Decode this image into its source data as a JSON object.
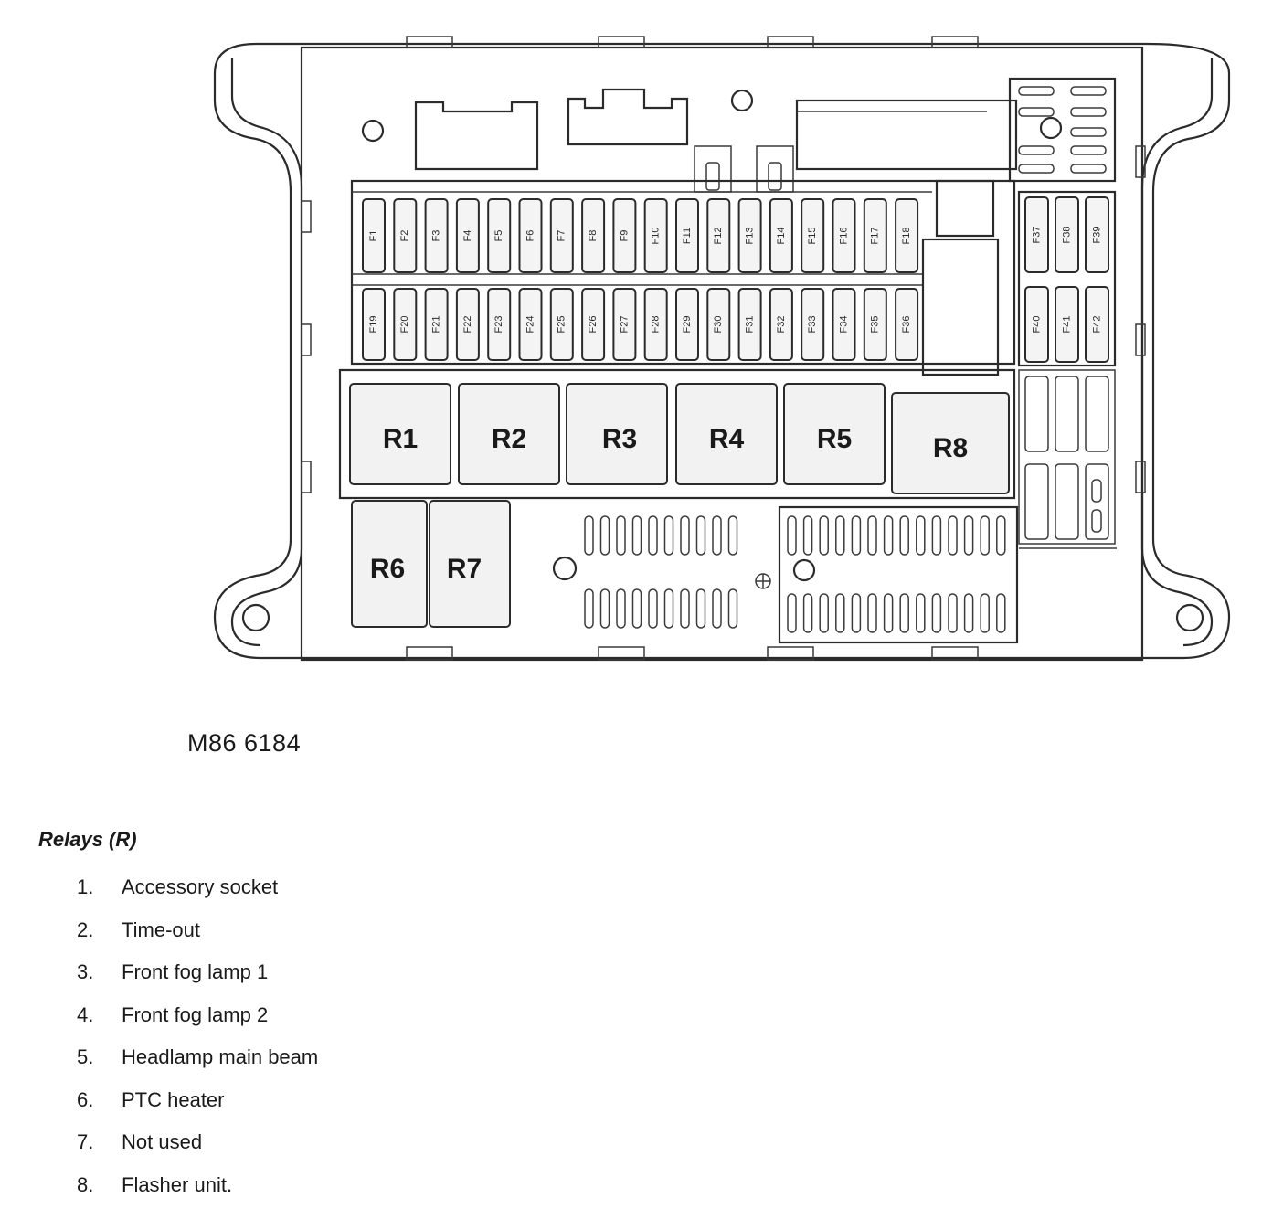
{
  "diagram": {
    "reference_code": "M86 6184",
    "fuses_row1": [
      "F1",
      "F2",
      "F3",
      "F4",
      "F5",
      "F6",
      "F7",
      "F8",
      "F9",
      "F10",
      "F11",
      "F12",
      "F13",
      "F14",
      "F15",
      "F16",
      "F17",
      "F18"
    ],
    "fuses_row2": [
      "F19",
      "F20",
      "F21",
      "F22",
      "F23",
      "F24",
      "F25",
      "F26",
      "F27",
      "F28",
      "F29",
      "F30",
      "F31",
      "F32",
      "F33",
      "F34",
      "F35",
      "F36"
    ],
    "fuses_right_row1": [
      "F37",
      "F38",
      "F39"
    ],
    "fuses_right_row2": [
      "F40",
      "F41",
      "F42"
    ],
    "relays": [
      "R1",
      "R2",
      "R3",
      "R4",
      "R5",
      "R8",
      "R6",
      "R7"
    ]
  },
  "legend": {
    "title": "Relays (R)",
    "items": [
      {
        "num": "1.",
        "label": "Accessory socket"
      },
      {
        "num": "2.",
        "label": "Time-out"
      },
      {
        "num": "3.",
        "label": "Front fog lamp 1"
      },
      {
        "num": "4.",
        "label": "Front fog lamp 2"
      },
      {
        "num": "5.",
        "label": "Headlamp main beam"
      },
      {
        "num": "6.",
        "label": "PTC heater"
      },
      {
        "num": "7.",
        "label": "Not used"
      },
      {
        "num": "8.",
        "label": "Flasher unit."
      }
    ]
  }
}
